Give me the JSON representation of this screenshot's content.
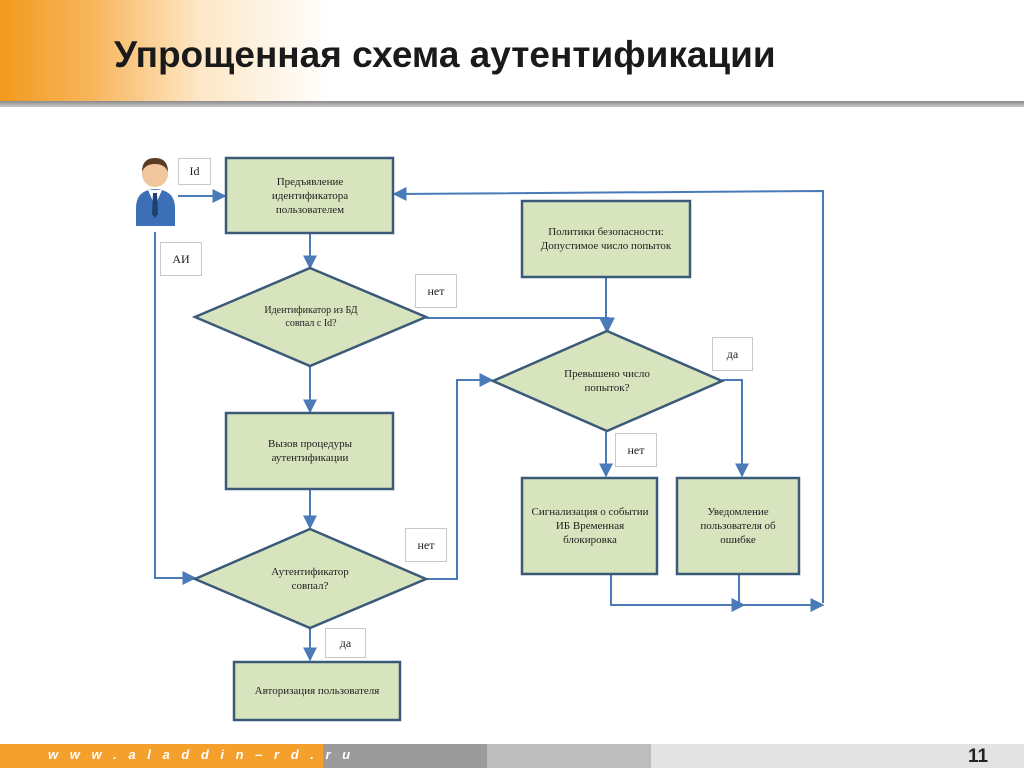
{
  "title": "Упрощенная схема аутентификации",
  "colors": {
    "node_fill": "#d7e4bd",
    "node_border": "#3b5a7a",
    "arrow": "#4a7ab8",
    "accent": "#f39a1e"
  },
  "nodes": {
    "present_id": "Предъявление идентификатора пользователем",
    "id_match": "Идентификатор из БД совпал с Id?",
    "call_auth": "Вызов процедуры аутентификации",
    "auth_match": "Аутентификатор совпал?",
    "authorize": "Авторизация пользователя",
    "policy": "Политики безопасности: Допустимое число попыток",
    "attempts_exceeded": "Превышено число попыток?",
    "signal": "Сигнализация о событии ИБ Временная блокировка",
    "notify": "Уведомление пользователя об ошибке"
  },
  "tags": {
    "id": "Id",
    "ai": "АИ",
    "no1": "нет",
    "yes1": "да",
    "no2": "нет",
    "no3": "нет",
    "yes2": "да"
  },
  "user_icon": "user-icon",
  "footer": {
    "url": "w w w . a l a d d i n – r d . r u",
    "page": "11"
  }
}
